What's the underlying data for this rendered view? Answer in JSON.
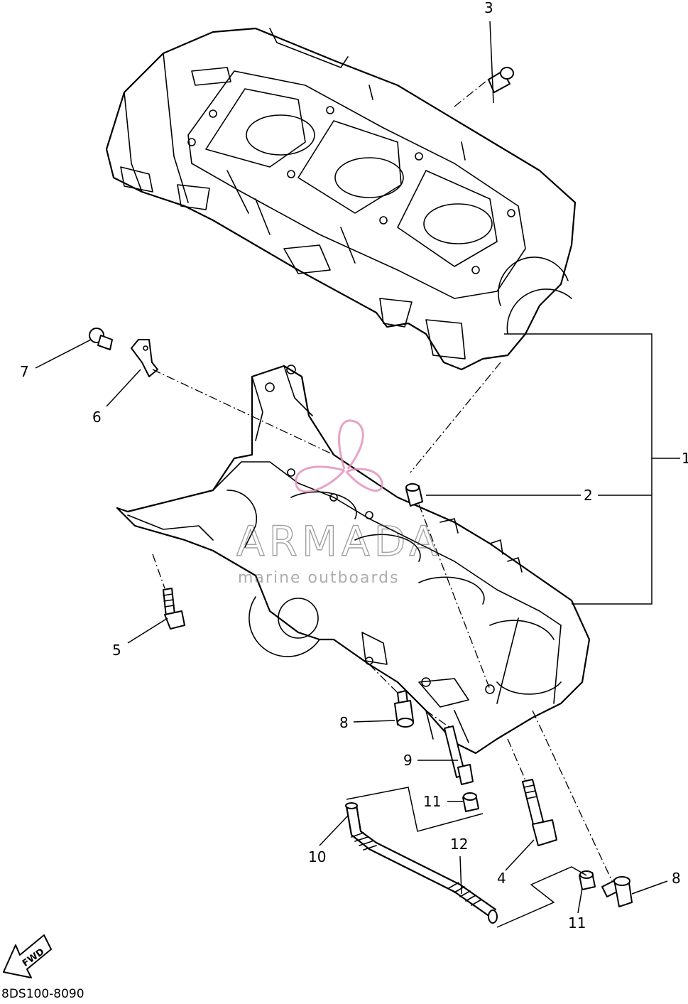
{
  "diagram": {
    "drawing_code": "8DS100-8090",
    "fwd_label": "FWD",
    "watermark": {
      "brand": "ARMADA",
      "tagline": "marine outboards",
      "logo_color": "#e48bb8"
    },
    "callouts": {
      "c1": "1",
      "c2": "2",
      "c3": "3",
      "c4": "4",
      "c5": "5",
      "c6": "6",
      "c7": "7",
      "c8a": "8",
      "c8b": "8",
      "c9": "9",
      "c10": "10",
      "c11a": "11",
      "c11b": "11",
      "c12": "12"
    }
  }
}
